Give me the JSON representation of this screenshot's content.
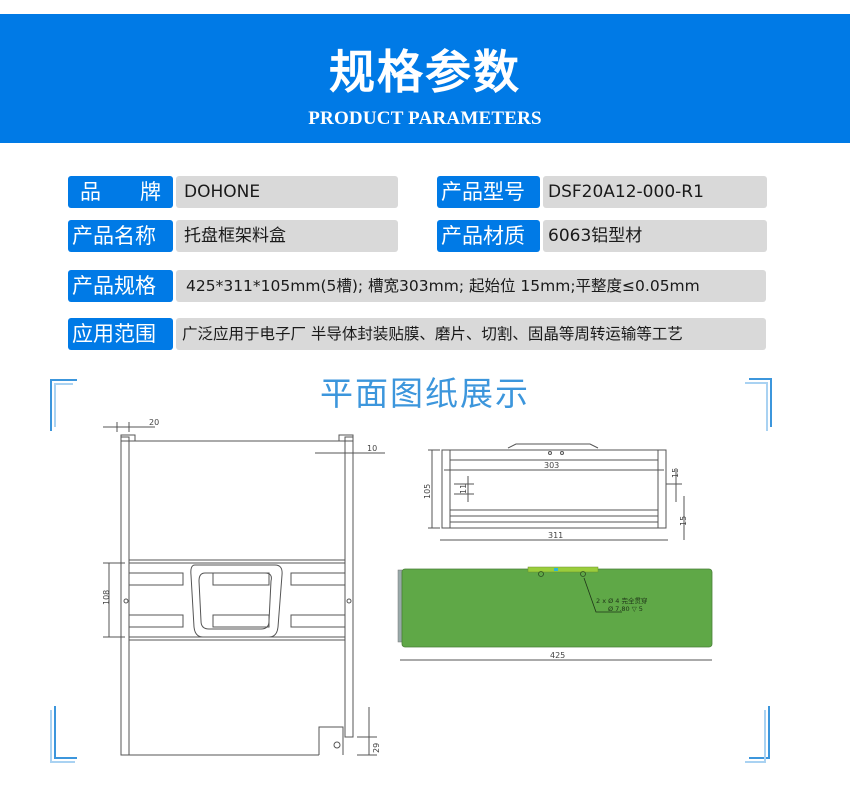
{
  "header": {
    "title": "规格参数",
    "subtitle": "PRODUCT PARAMETERS"
  },
  "params": {
    "brand": {
      "label_a": "品",
      "label_b": "牌",
      "value": "DOHONE"
    },
    "model": {
      "label": "产品型号",
      "value": "DSF20A12-000-R1"
    },
    "name": {
      "label": "产品名称",
      "value": "托盘框架料盒"
    },
    "material": {
      "label": "产品材质",
      "value": "6063铝型材"
    },
    "spec": {
      "label": "产品规格",
      "value": "425*311*105mm(5槽); 槽宽303mm; 起始位 15mm;平整度≤0.05mm"
    },
    "application": {
      "label": "应用范围",
      "value": "广泛应用于电子厂 半导体封装贴膜、磨片、切割、固晶等周转运输等工艺"
    }
  },
  "drawings": {
    "section_title": "平面图纸展示",
    "top_view": {
      "dim_top_left": "20",
      "dim_top_right": "10",
      "dim_left": "108",
      "dim_bottom_right": "29"
    },
    "front_view": {
      "dim_height": "105",
      "dim_inner_width": "303",
      "dim_outer_width": "311",
      "dim_pitch": "11",
      "dim_right_top": "15",
      "dim_right_bottom": "15"
    },
    "side_view": {
      "dim_length": "425",
      "note_line1": "2 x Ø 4 完全贯穿",
      "note_line2": "Ø 7.80 ▽ 5"
    }
  },
  "colors": {
    "brand_blue": "#007ae6",
    "value_bg": "#d9d9d9",
    "section_blue": "#3c96dc",
    "side_view_green": "#5fa847"
  }
}
